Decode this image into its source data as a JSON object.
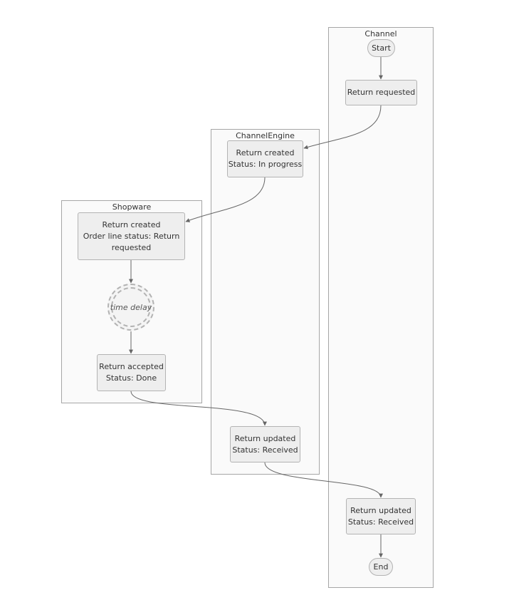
{
  "lanes": {
    "channel": "Channel",
    "channel_engine": "ChannelEngine",
    "shopware": "Shopware"
  },
  "nodes": {
    "start": "Start",
    "return_requested": "Return requested",
    "ce_return_created": {
      "line1": "Return created",
      "line2": "Status: In progress"
    },
    "sw_return_created": {
      "line1": "Return created",
      "line2": "Order line status: Return",
      "line3": "requested"
    },
    "time_delay": "time delay",
    "sw_return_accepted": {
      "line1": "Return accepted",
      "line2": "Status: Done"
    },
    "ce_return_updated": {
      "line1": "Return updated",
      "line2": "Status: Received"
    },
    "ch_return_updated": {
      "line1": "Return updated",
      "line2": "Status: Received"
    },
    "end": "End"
  },
  "colors": {
    "lane_border": "#a6a6a6",
    "lane_fill": "#fafafa",
    "node_fill": "#eeeeee",
    "node_border": "#b3b3b3",
    "edge": "#666666"
  }
}
